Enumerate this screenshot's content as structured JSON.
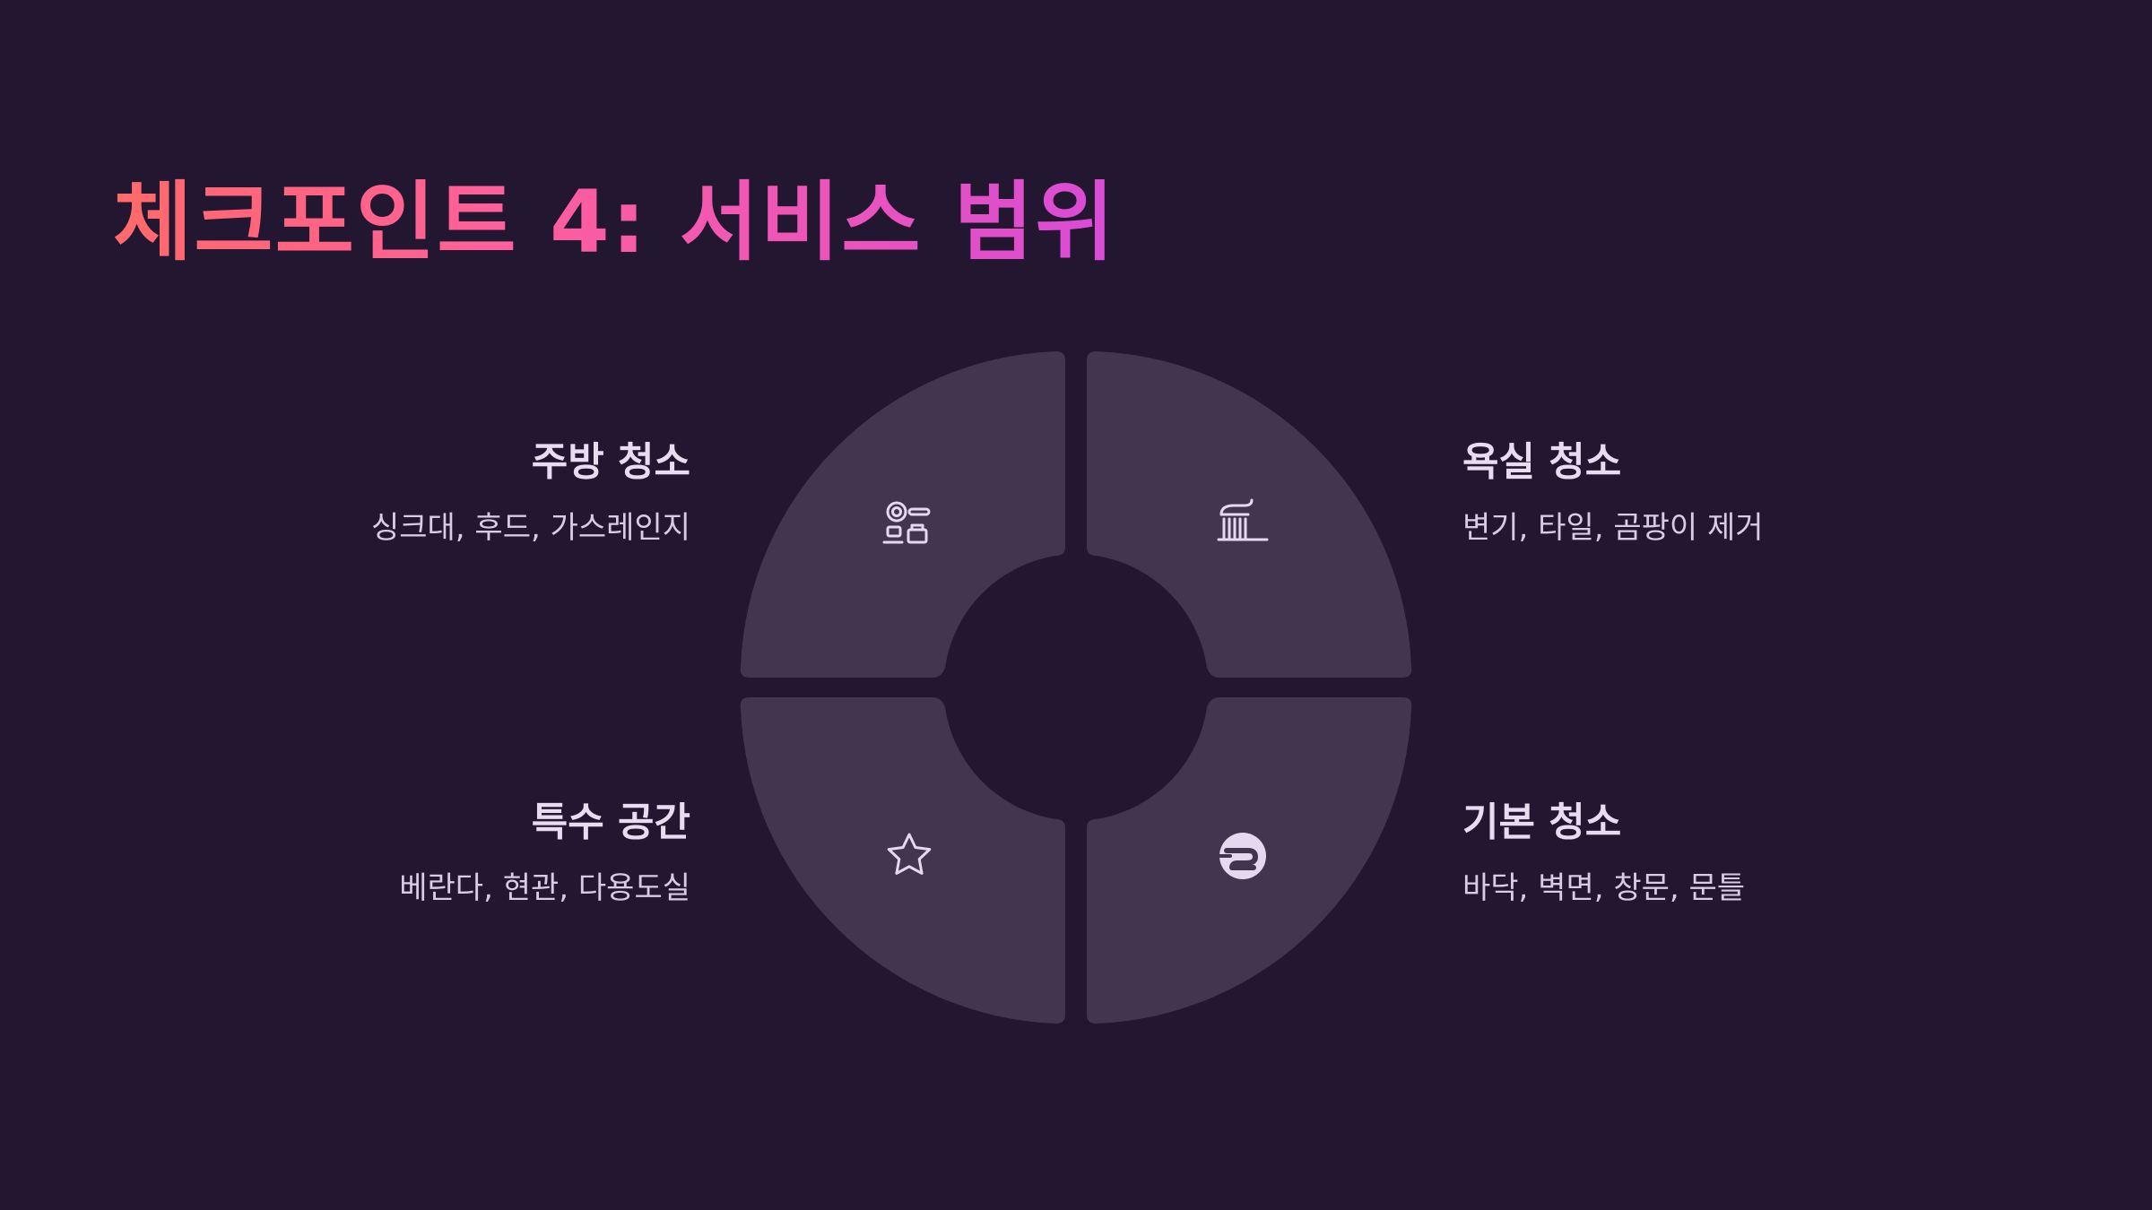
{
  "title": "체크포인트 4: 서비스 범위",
  "colors": {
    "background": "#231630",
    "quadrant": "#433450",
    "icon": "#e6d9ef",
    "title_gradient_start": "#ff6a6a",
    "title_gradient_end": "#d84bd6"
  },
  "quadrants": {
    "kitchen": {
      "title": "주방 청소",
      "description": "싱크대, 후드, 가스레인지",
      "icon": "kitchen-appliance-icon"
    },
    "bathroom": {
      "title": "욕실 청소",
      "description": "변기, 타일, 곰팡이 제거",
      "icon": "toothbrush-icon"
    },
    "special": {
      "title": "특수 공간",
      "description": "베란다, 현관, 다용도실",
      "icon": "star-icon"
    },
    "basic": {
      "title": "기본 청소",
      "description": "바닥, 벽면, 창문, 문틀",
      "icon": "cleaning-icon"
    }
  }
}
